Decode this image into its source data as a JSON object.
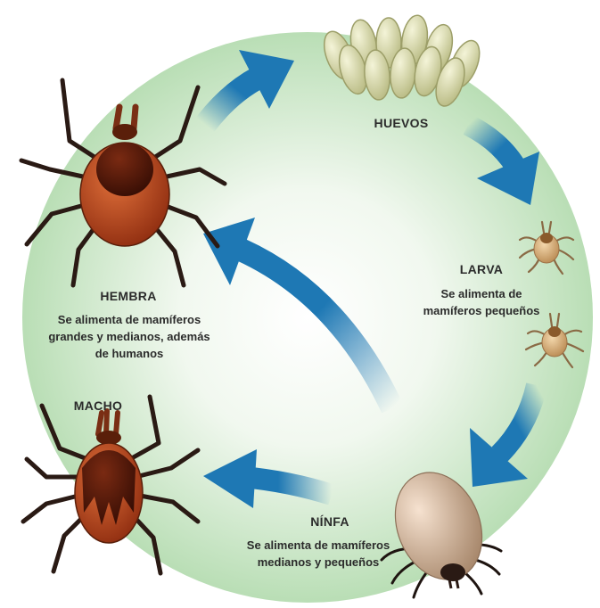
{
  "stages": {
    "huevos": {
      "title": "HUEVOS"
    },
    "larva": {
      "title": "LARVA",
      "desc": "Se alimenta de mamíferos pequeños"
    },
    "ninfa": {
      "title": "NÍNFA",
      "desc": "Se alimenta de mamíferos medianos y pequeños"
    },
    "macho": {
      "title": "MACHO"
    },
    "hembra": {
      "title": "HEMBRA",
      "desc": "Se alimenta de mamíferos grandes y medianos, además de humanos"
    }
  },
  "colors": {
    "arrow": "#1e78b4",
    "circle_center": "#ffffff",
    "circle_edge": "#b9deb5",
    "egg": "#d8d9a8",
    "tick_body": "#b5441c",
    "tick_shield": "#4a1608",
    "leg": "#2a1a14",
    "larva_body": "#dcb07a",
    "nymph_body": "#d9b79a"
  },
  "icons": [
    "curved-arrow-icon",
    "egg-cluster-icon",
    "larva-tick-icon",
    "nymph-tick-icon",
    "male-tick-icon",
    "female-tick-icon"
  ]
}
